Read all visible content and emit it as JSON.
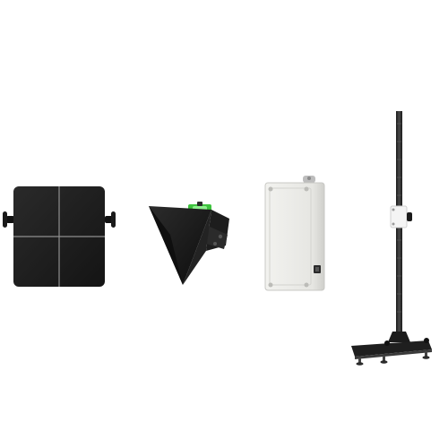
{
  "scene": {
    "background_color": "#ffffff",
    "products": [
      {
        "name": "square-reflector-panel",
        "color": "#1e1e1e",
        "divider_color": "#9a9a9a"
      },
      {
        "name": "trihedral-corner-reflector",
        "color": "#1a1a1a",
        "level_color": "#3ec43e"
      },
      {
        "name": "weatherproof-enclosure",
        "color": "#e9e9e6"
      },
      {
        "name": "floor-stand",
        "color": "#2a2a2a",
        "clamp_color": "#f4f4f4"
      }
    ]
  }
}
